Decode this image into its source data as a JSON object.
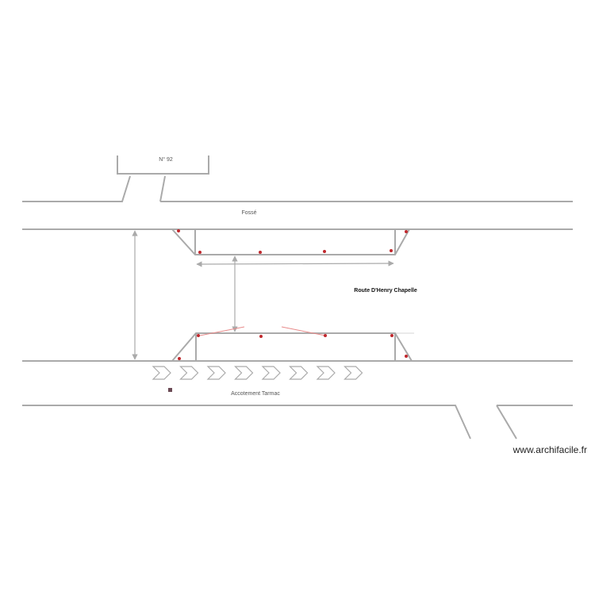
{
  "labels": {
    "house_number": "N° 92",
    "ditch": "Fossé",
    "road": "Route D'Henry Chapelle",
    "shoulder": "Accotement Tarmac",
    "watermark": "www.archifacile.fr"
  },
  "colors": {
    "wall": "#aaaaaa",
    "marker": "#c0282d",
    "note_line": "#e88a8a",
    "square": "#6b4a55"
  },
  "chevron_count": 8
}
